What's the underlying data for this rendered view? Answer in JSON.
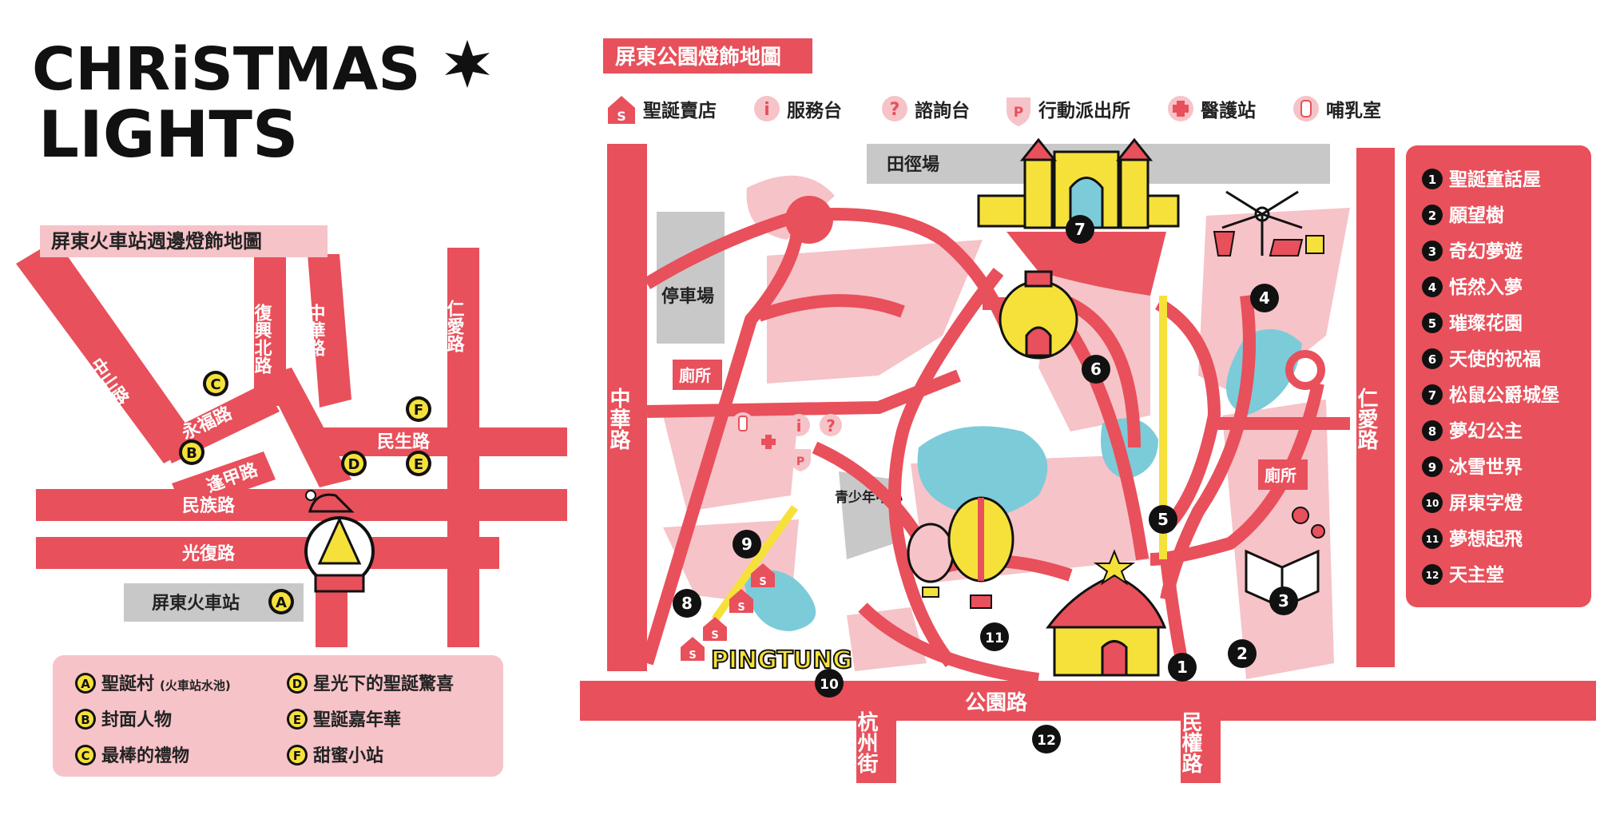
{
  "header": {
    "title_line1": "CHRiSTMAS",
    "title_line2": "LIGHTS"
  },
  "station_map": {
    "title": "屏東火車站週邊燈飾地圖",
    "roads": {
      "zhongshan": "中山路",
      "fuxingbei": "復興北路",
      "zhonghua": "中華路",
      "renai": "仁愛路",
      "yongfu": "永福路",
      "fengjia": "逢甲路",
      "minsheng": "民生路",
      "minzu": "民族路",
      "guangfu": "光復路"
    },
    "station_label": "屏東火車站",
    "markers": [
      "A",
      "B",
      "C",
      "D",
      "E",
      "F"
    ],
    "legend": [
      {
        "letter": "A",
        "text": "聖誕村",
        "small": "(火車站水池)"
      },
      {
        "letter": "B",
        "text": "封面人物",
        "small": ""
      },
      {
        "letter": "C",
        "text": "最棒的禮物",
        "small": ""
      },
      {
        "letter": "D",
        "text": "星光下的聖誕驚喜",
        "small": ""
      },
      {
        "letter": "E",
        "text": "聖誕嘉年華",
        "small": ""
      },
      {
        "letter": "F",
        "text": "甜蜜小站",
        "small": ""
      }
    ]
  },
  "park_map": {
    "title": "屏東公園燈飾地圖",
    "icon_legend": [
      {
        "icon": "shop-icon",
        "glyph": "S",
        "label": "聖誕賣店"
      },
      {
        "icon": "info-icon",
        "glyph": "i",
        "label": "服務台"
      },
      {
        "icon": "question-icon",
        "glyph": "?",
        "label": "諮詢台"
      },
      {
        "icon": "police-icon",
        "glyph": "P",
        "label": "行動派出所"
      },
      {
        "icon": "medical-icon",
        "glyph": "+",
        "label": "醫護站"
      },
      {
        "icon": "nursing-icon",
        "glyph": "♁",
        "label": "哺乳室"
      }
    ],
    "places": {
      "stadium": "田徑場",
      "parking": "停車場",
      "toilet1": "廁所",
      "toilet2": "廁所",
      "youth_center": "青少年中心",
      "pingtung": "PINGTUNG"
    },
    "roads": {
      "zhonghua": "中華路",
      "renai": "仁愛路",
      "gongyuan": "公園路",
      "hangzhou": "杭州街",
      "minquan": "民權路"
    },
    "numbered_spots": [
      {
        "n": "1",
        "name": "聖誕童話屋"
      },
      {
        "n": "2",
        "name": "願望樹"
      },
      {
        "n": "3",
        "name": "奇幻夢遊"
      },
      {
        "n": "4",
        "name": "恬然入夢"
      },
      {
        "n": "5",
        "name": "璀璨花園"
      },
      {
        "n": "6",
        "name": "天使的祝福"
      },
      {
        "n": "7",
        "name": "松鼠公爵城堡"
      },
      {
        "n": "8",
        "name": "夢幻公主"
      },
      {
        "n": "9",
        "name": "冰雪世界"
      },
      {
        "n": "10",
        "name": "屏東字燈"
      },
      {
        "n": "11",
        "name": "夢想起飛"
      },
      {
        "n": "12",
        "name": "天主堂"
      }
    ]
  },
  "colors": {
    "road": "#e8505b",
    "pink": "#f6c3c8",
    "water": "#7ccbd9",
    "gray": "#c8c8c8",
    "yellow": "#f6e13b",
    "marker": "#111111"
  }
}
